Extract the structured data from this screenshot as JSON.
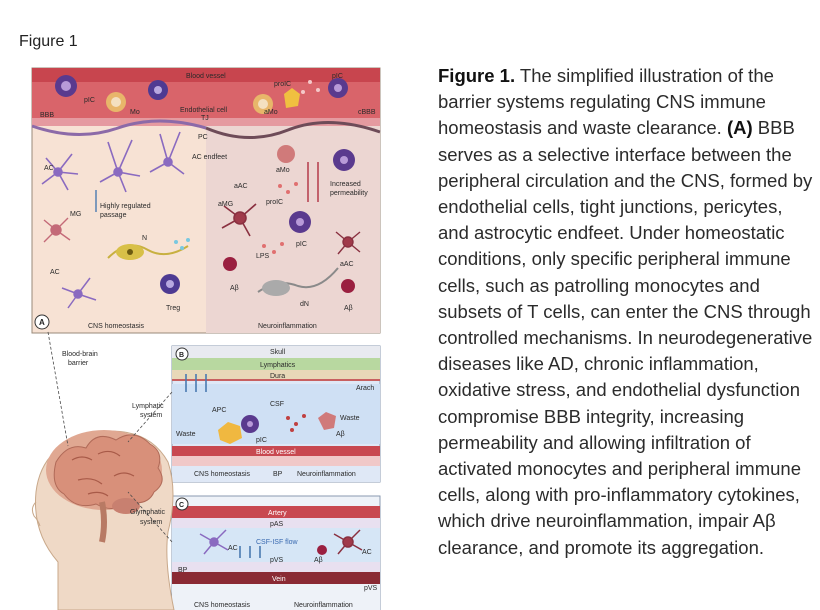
{
  "page": {
    "figure_label": "Figure 1"
  },
  "figure": {
    "panel_a": {
      "badge": "A",
      "labels": {
        "blood_vessel": "Blood vessel",
        "bbb": "BBB",
        "cbbb": "cBBB",
        "pic_1": "pIC",
        "mo": "Mo",
        "endothelial": "Endothelial cell",
        "tj": "TJ",
        "amo_top": "aMo",
        "proic_top": "proIC",
        "pic_2": "pIC",
        "pc": "PC",
        "ac_endfeet": "AC endfeet",
        "ac_left": "AC",
        "highly_regulated": "Highly regulated",
        "passage": "passage",
        "mg": "MG",
        "n": "N",
        "ac_bottom": "AC",
        "treg": "Treg",
        "aac": "aAC",
        "amg": "aMG",
        "amo_mid": "aMo",
        "proic_mid": "proIC",
        "pic_3": "pIC",
        "increased": "Increased",
        "permeability": "permeability",
        "lps": "LPS",
        "ab_1": "Aβ",
        "aac_right": "aAC",
        "dn": "dN",
        "ab_2": "Aβ",
        "cns_homeostasis": "CNS homeostasis",
        "neuroinflammation": "Neuroinflammation"
      }
    },
    "panel_b": {
      "badge": "B",
      "labels": {
        "skull": "Skull",
        "lymphatics": "Lymphatics",
        "dura": "Dura",
        "arach": "Arach",
        "csf": "CSF",
        "apc": "APC",
        "waste_left": "Waste",
        "pic": "pIC",
        "waste_right": "Waste",
        "ab": "Aβ",
        "blood_vessel": "Blood vessel",
        "cns_homeostasis": "CNS homeostasis",
        "bp": "BP",
        "neuroinflammation": "Neuroinflammation"
      }
    },
    "panel_c": {
      "badge": "C",
      "labels": {
        "artery": "Artery",
        "pas": "pAS",
        "csf_isf": "CSF-ISF flow",
        "ac_left": "AC",
        "pvs": "pVS",
        "ab": "Aβ",
        "ac_right": "AC",
        "bp": "BP",
        "vein": "Vein",
        "pvs2": "pVS",
        "cns_homeostasis": "CNS homeostasis",
        "neuroinflammation": "Neuroinflammation"
      }
    },
    "side_labels": {
      "bbb_1": "Blood-brain",
      "bbb_2": "barrier",
      "lymph_1": "Lymphatic",
      "lymph_2": "system",
      "glymph_1": "Glymphatic",
      "glymph_2": "system"
    }
  },
  "caption": {
    "lead": "Figure 1.",
    "intro": " The simplified illustration of the barrier systems regulating CNS immune homeostasis and waste clearance. ",
    "panel_ref": "(A)",
    "body": " BBB serves as a selective interface between the peripheral circulation and the CNS, formed by endothelial cells, tight junctions, pericytes, and astrocytic endfeet. Under homeostatic conditions, only specific peripheral immune cells, such as patrolling monocytes and subsets of T cells, can enter the CNS through controlled mechanisms. In neurodegenerative diseases like AD, chronic inflammation, oxidative stress, and endothelial dysfunction compromise BBB integrity, increasing permeability and allowing infiltration of activated monocytes and peripheral immune cells, along with pro-inflammatory cytokines, which drive neuroinflammation, impair Aβ clearance, and promote its aggregation."
  }
}
